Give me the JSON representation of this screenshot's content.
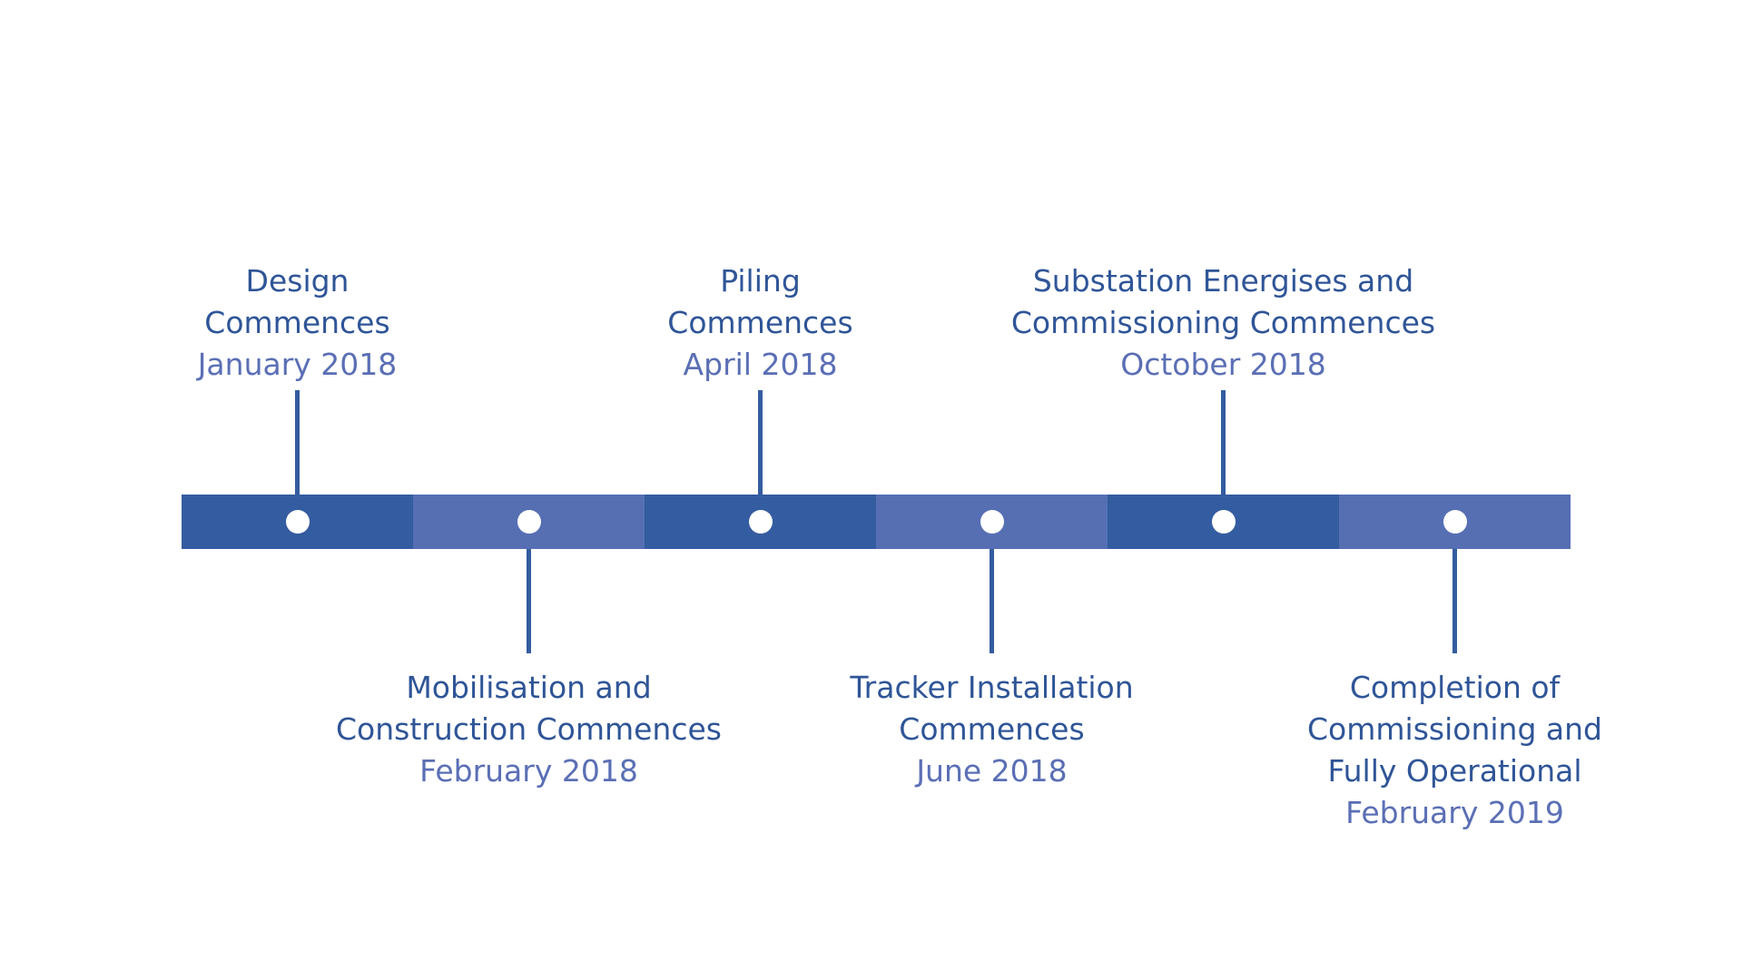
{
  "colors": {
    "dark_blue": "#345ca0",
    "light_blue": "#566fb3",
    "title_text": "#2f5597",
    "date_text": "#5b6fb5",
    "dot": "#ffffff"
  },
  "milestones": [
    {
      "title_lines": [
        "Design",
        "Commences"
      ],
      "date": "January 2018",
      "position": "above"
    },
    {
      "title_lines": [
        "Mobilisation and",
        "Construction Commences"
      ],
      "date": "February 2018",
      "position": "below"
    },
    {
      "title_lines": [
        "Piling",
        "Commences"
      ],
      "date": "April 2018",
      "position": "above"
    },
    {
      "title_lines": [
        "Tracker Installation",
        "Commences"
      ],
      "date": "June 2018",
      "position": "below"
    },
    {
      "title_lines": [
        "Substation Energises and",
        "Commissioning Commences"
      ],
      "date": "October 2018",
      "position": "above"
    },
    {
      "title_lines": [
        "Completion of",
        "Commissioning and",
        "Fully Operational"
      ],
      "date": "February 2019",
      "position": "below"
    }
  ]
}
